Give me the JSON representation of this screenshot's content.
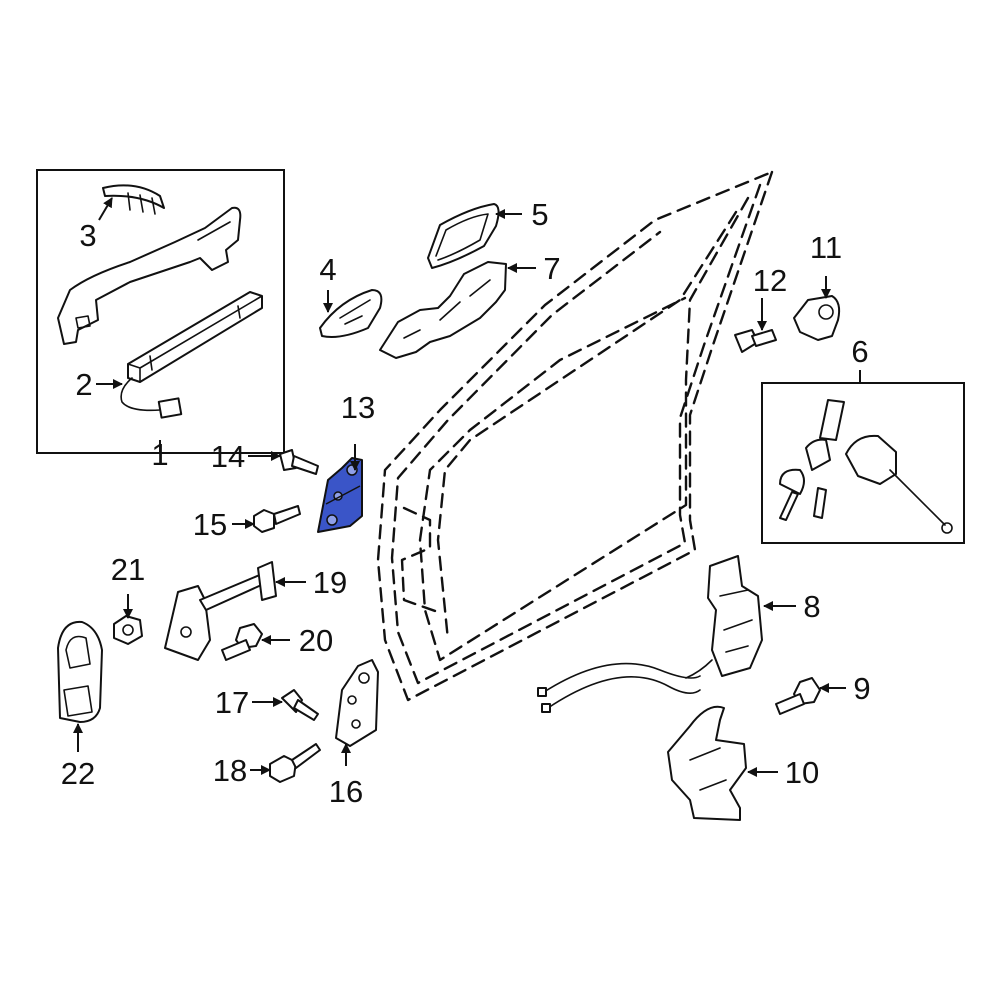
{
  "colors": {
    "line": "#111111",
    "background": "#ffffff",
    "highlight": "#3a55c8"
  },
  "callouts": {
    "c1": "1",
    "c2": "2",
    "c3": "3",
    "c4": "4",
    "c5": "5",
    "c6": "6",
    "c7": "7",
    "c8": "8",
    "c9": "9",
    "c10": "10",
    "c11": "11",
    "c12": "12",
    "c13": "13",
    "c14": "14",
    "c15": "15",
    "c16": "16",
    "c17": "17",
    "c18": "18",
    "c19": "19",
    "c20": "20",
    "c21": "21",
    "c22": "22"
  },
  "highlighted_part": "13"
}
